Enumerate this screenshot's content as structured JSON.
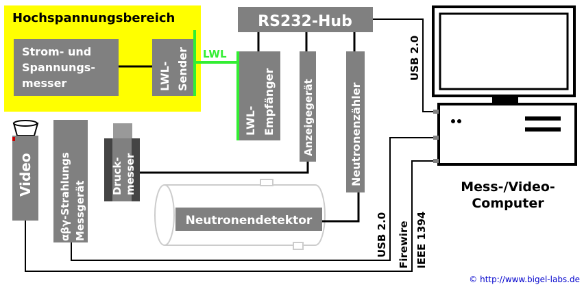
{
  "zone": {
    "label": "Hochspannungsbereich",
    "color": "#ffff00"
  },
  "blocks": {
    "meter": [
      "Strom- und",
      "Spannungs-",
      "messer"
    ],
    "sender": [
      "LWL-",
      "Sender"
    ],
    "hub": "RS232-Hub",
    "receiver": [
      "LWL-",
      "Empfänger"
    ],
    "display": "Anzeigegerät",
    "counter": "Neutronenzähler",
    "video": "Video",
    "radiation": [
      "αβγ-Strahlungs",
      "Messgerät"
    ],
    "pressure": [
      "Druck-",
      "messer"
    ],
    "detector": "Neutronendetektor"
  },
  "links": {
    "fiber": "LWL",
    "usb_top": "USB 2.0",
    "usb_bottom": "USB 2.0",
    "firewire": [
      "Firewire",
      "IEEE 1394"
    ]
  },
  "computer": {
    "label": [
      "Mess-/Video-",
      "Computer"
    ]
  },
  "footer": "© http://www.bigel-labs.de",
  "colors": {
    "block": "#808080",
    "block_text": "#ffffff",
    "fiber": "#33ee33",
    "wire": "#000000",
    "footer": "#0000cc",
    "tank_outline": "#cccccc"
  }
}
